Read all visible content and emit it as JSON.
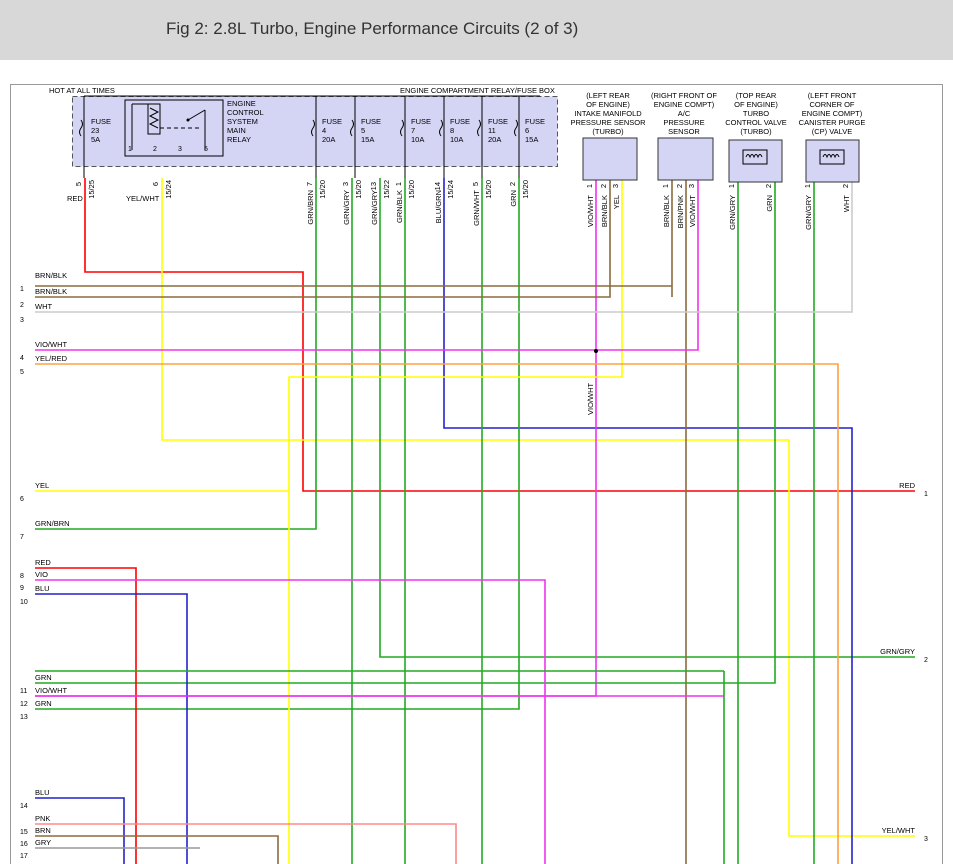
{
  "header": {
    "title": "Fig 2: 2.8L Turbo, Engine Performance Circuits (2 of 3)"
  },
  "colors": {
    "header_bg": "#d8d8d8",
    "fuse_box_fill": "#d4d4f4",
    "RED": "#ff0000",
    "YEL": "#ffff00",
    "GRN": "#22aa22",
    "BLU": "#2222cc",
    "VIO": "#ee33ee",
    "BRN": "#8b6b3d",
    "ORG": "#ffa040",
    "WHT": "#cccccc",
    "PNK": "#ff8888"
  },
  "diagram": {
    "hot_label": "HOT AT ALL TIMES",
    "box_label": "ENGINE COMPARTMENT RELAY/FUSE BOX",
    "fuse23": {
      "name": "FUSE",
      "num": "23",
      "amp": "5A"
    },
    "relay": {
      "l1": "ENGINE",
      "l2": "CONTROL",
      "l3": "SYSTEM",
      "l4": "MAIN",
      "l5": "RELAY",
      "p1": "1",
      "p2": "2",
      "p3": "3",
      "p5": "5"
    },
    "fuses": [
      {
        "name": "FUSE",
        "num": "4",
        "amp": "20A"
      },
      {
        "name": "FUSE",
        "num": "5",
        "amp": "15A"
      },
      {
        "name": "FUSE",
        "num": "7",
        "amp": "10A"
      },
      {
        "name": "FUSE",
        "num": "8",
        "amp": "10A"
      },
      {
        "name": "FUSE",
        "num": "11",
        "amp": "20A"
      },
      {
        "name": "FUSE",
        "num": "6",
        "amp": "15A"
      }
    ],
    "components": [
      {
        "lines": [
          "(LEFT REAR",
          "OF ENGINE)",
          "INTAKE MANIFOLD",
          "PRESSURE SENSOR",
          "(TURBO)"
        ]
      },
      {
        "lines": [
          "(RIGHT FRONT OF",
          "ENGINE COMPT)",
          "A/C",
          "PRESSURE",
          "SENSOR"
        ]
      },
      {
        "lines": [
          "(TOP REAR",
          "OF ENGINE)",
          "TURBO",
          "CONTROL VALVE",
          "(TURBO)"
        ]
      },
      {
        "lines": [
          "(LEFT FRONT",
          "CORNER OF",
          "ENGINE COMPT)",
          "CANISTER PURGE",
          "(CP) VALVE"
        ]
      }
    ],
    "verticals": [
      {
        "pin": "5",
        "conn": "15/25",
        "wire": "RED"
      },
      {
        "pin": "6",
        "conn": "15/24",
        "wire": "YEL/WHT"
      },
      {
        "pin": "7",
        "conn": "15/20",
        "wire": "GRN/BRN"
      },
      {
        "pin": "3",
        "conn": "15/20",
        "wire": "GRN/GRY"
      },
      {
        "pin": "13",
        "conn": "15/22",
        "wire": "GRN/GRY"
      },
      {
        "pin": "1",
        "conn": "15/20",
        "wire": "GRN/BLK"
      },
      {
        "pin": "14",
        "conn": "15/24",
        "wire": "BLU/GRN"
      },
      {
        "pin": "5",
        "conn": "15/20",
        "wire": "GRN/WHT"
      },
      {
        "pin": "2",
        "conn": "15/20",
        "wire": "GRN"
      }
    ],
    "comp_wires": [
      {
        "pin": "1",
        "wire": "VIO/WHT"
      },
      {
        "pin": "2",
        "wire": "BRN/BLK"
      },
      {
        "pin": "3",
        "wire": "YEL"
      },
      {
        "pin": "1",
        "wire": "BRN/BLK"
      },
      {
        "pin": "2",
        "wire": "BRN/PNK"
      },
      {
        "pin": "3",
        "wire": "VIO/WHT"
      },
      {
        "pin": "1",
        "wire": "GRN/GRY"
      },
      {
        "pin": "2",
        "wire": "GRN"
      },
      {
        "pin": "1",
        "wire": "GRN/GRY"
      },
      {
        "pin": "2",
        "wire": "WHT"
      }
    ],
    "vio_wht_mid": "VIO/WHT",
    "left_labels": [
      {
        "num": "1",
        "wire": "BRN/BLK"
      },
      {
        "num": "2",
        "wire": "BRN/BLK"
      },
      {
        "num": "3",
        "wire": "WHT"
      },
      {
        "num": "4",
        "wire": "VIO/WHT"
      },
      {
        "num": "5",
        "wire": "YEL/RED"
      },
      {
        "num": "6",
        "wire": "YEL"
      },
      {
        "num": "7",
        "wire": "GRN/BRN"
      },
      {
        "num": "8",
        "wire": "RED"
      },
      {
        "num": "9",
        "wire": "VIO"
      },
      {
        "num": "10",
        "wire": "BLU"
      },
      {
        "num": "11",
        "wire": "GRN"
      },
      {
        "num": "12",
        "wire": "VIO/WHT"
      },
      {
        "num": "13",
        "wire": "GRN"
      },
      {
        "num": "14",
        "wire": "BLU"
      },
      {
        "num": "15",
        "wire": "PNK"
      },
      {
        "num": "16",
        "wire": "BRN"
      },
      {
        "num": "17",
        "wire": "GRY"
      }
    ],
    "right_labels": [
      {
        "num": "1",
        "wire": "RED"
      },
      {
        "num": "2",
        "wire": "GRN/GRY"
      },
      {
        "num": "3",
        "wire": "YEL/WHT"
      }
    ]
  }
}
